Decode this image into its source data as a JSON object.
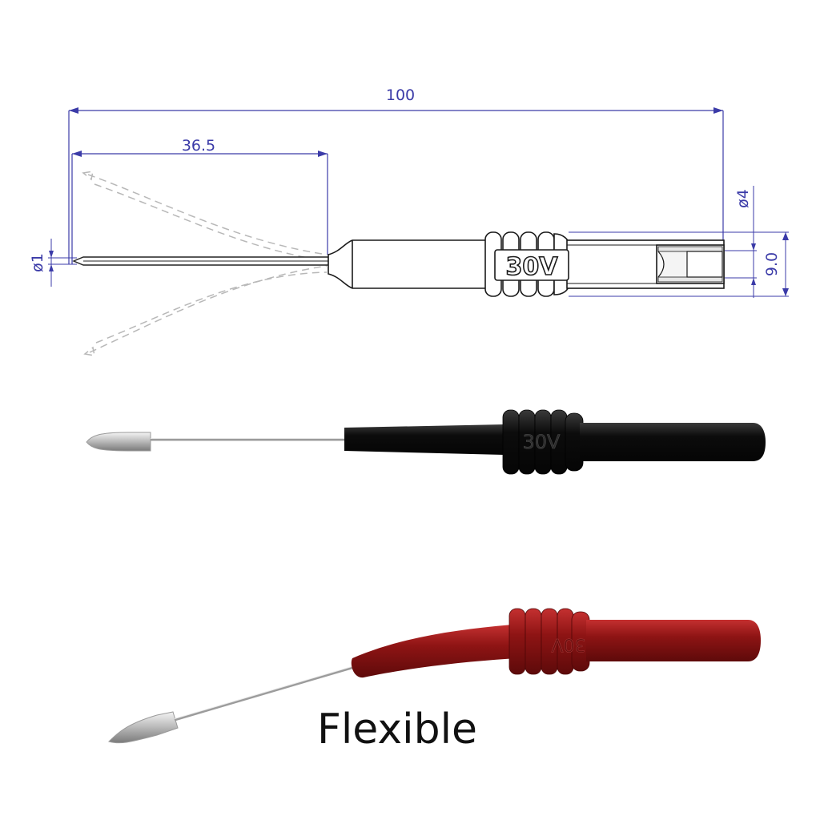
{
  "drawing": {
    "dimensions": {
      "overall_length": "100",
      "needle_length": "36.5",
      "needle_diameter": "ø1",
      "socket_diameter": "ø4",
      "body_diameter": "9.0"
    },
    "sleeve_marking": "30V",
    "dimension_color": "#3b3ba8"
  },
  "photos": {
    "black_probe": {
      "marking": "30V",
      "color": "#111111"
    },
    "red_probe": {
      "marking": "30V",
      "color": "#8e1414"
    }
  },
  "caption": "Flexible"
}
